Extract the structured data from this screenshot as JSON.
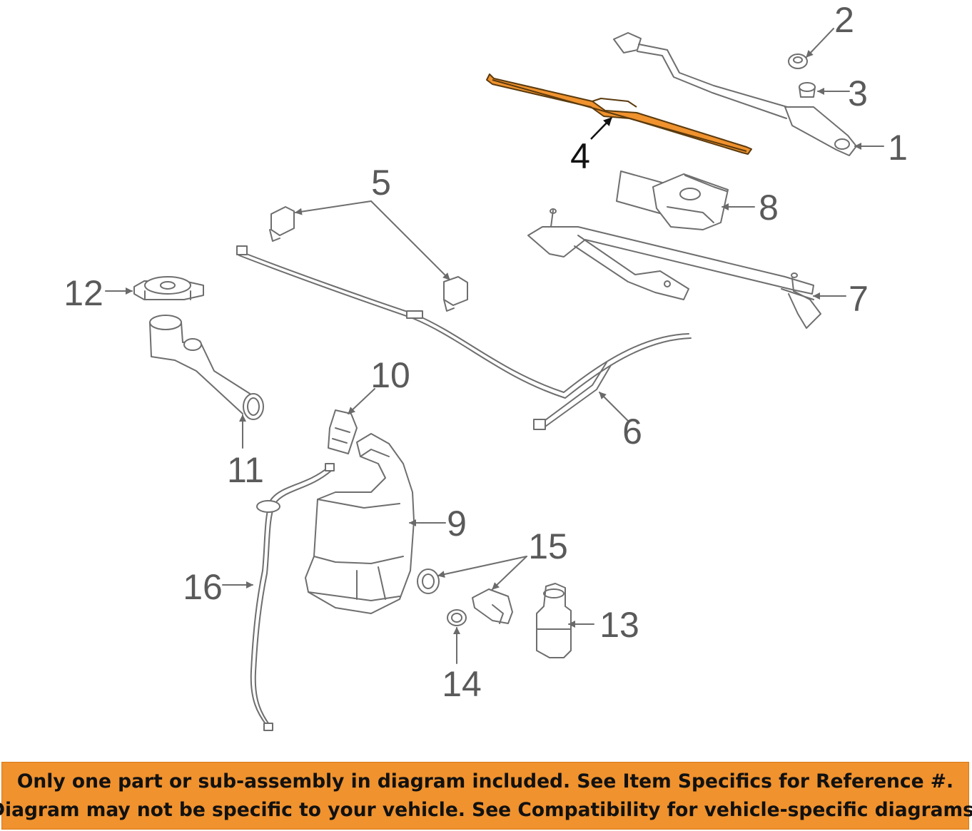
{
  "diagram": {
    "highlight_color": "#f0922e",
    "line_color": "#6e6e6e",
    "callouts": [
      "1",
      "2",
      "3",
      "4",
      "5",
      "6",
      "7",
      "8",
      "9",
      "10",
      "11",
      "12",
      "13",
      "14",
      "15",
      "16"
    ]
  },
  "banner": {
    "line1": "Only one part or sub-assembly in diagram included. See Item Specifics for Reference #.",
    "line2": "Diagram may not be specific to your vehicle. See Compatibility for vehicle-specific diagrams.",
    "background": "#f0922e"
  }
}
